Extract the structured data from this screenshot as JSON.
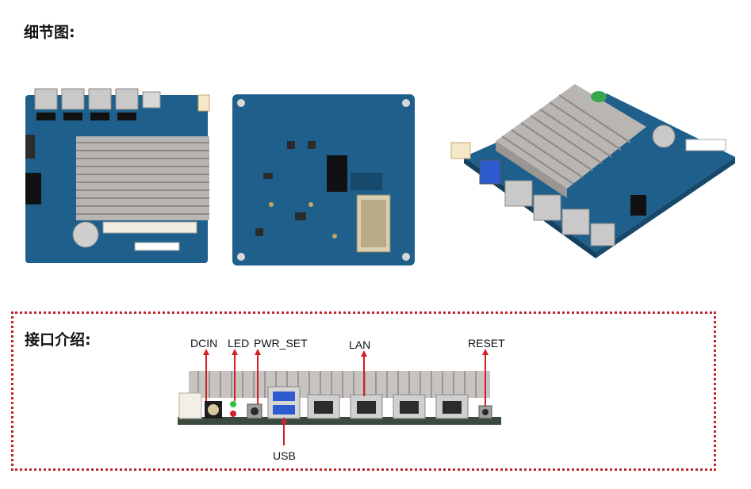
{
  "sections": {
    "detail_title": "细节图:",
    "interface_title": "接口介绍:"
  },
  "ports": {
    "dcin": "DCIN",
    "led": "LED",
    "pwr_set": "PWR_SET",
    "lan": "LAN",
    "reset": "RESET",
    "usb": "USB"
  },
  "colors": {
    "pcb": "#1f5f8b",
    "pcb_dark": "#17496d",
    "heatsink": "#b9b5b2",
    "frame": "#c0262c",
    "arrow": "#d11f26",
    "usb_blue": "#2f5bd1"
  }
}
